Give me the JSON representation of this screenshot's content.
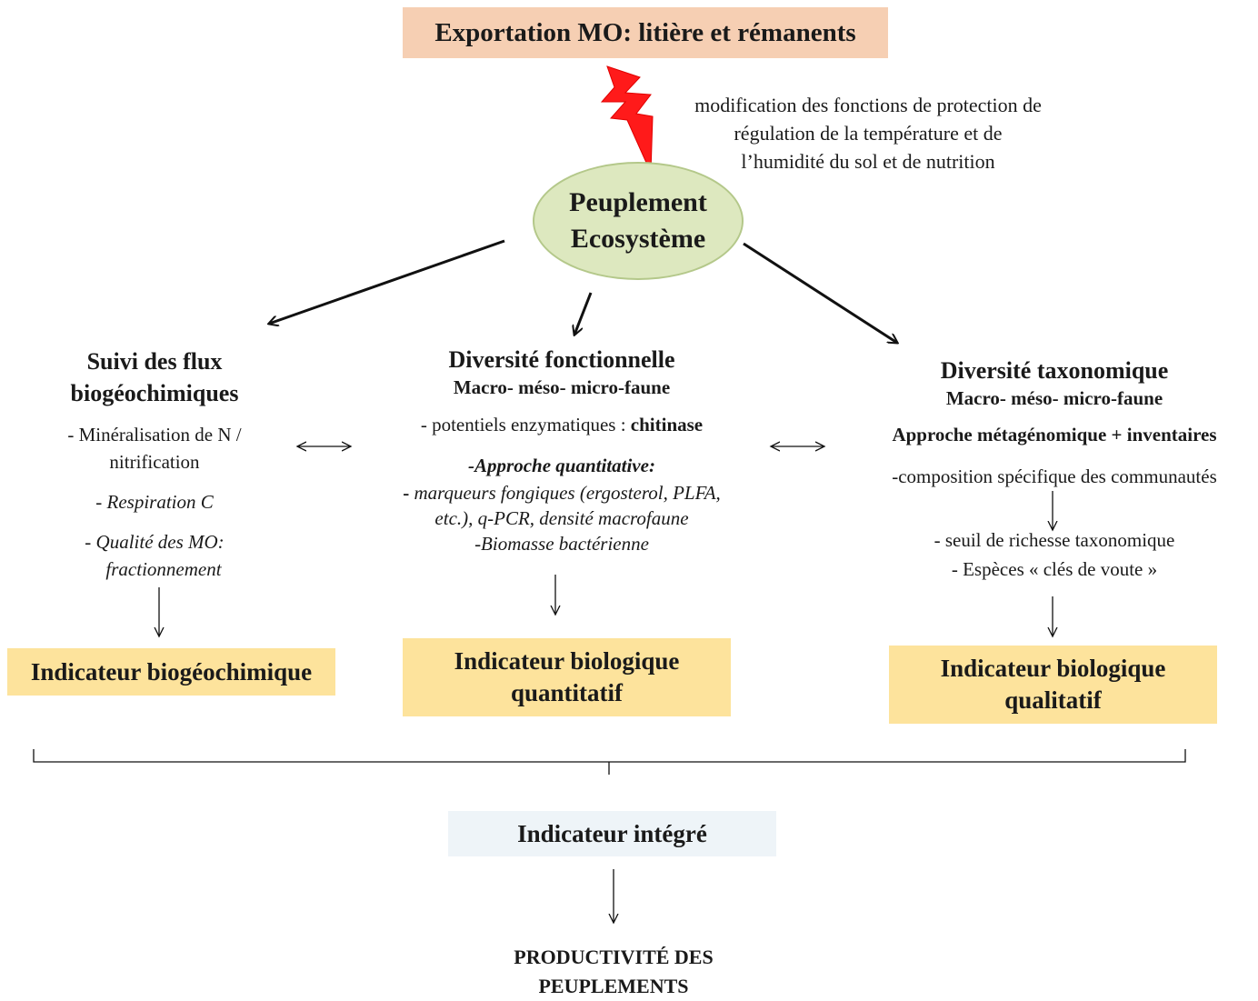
{
  "top_box": "Exportation MO: litière  et rémanents",
  "note_lines": [
    "modification  des fonctions  de protection  de",
    "régulation  de la température  et de",
    "l’humidité  du sol et de nutrition"
  ],
  "center": {
    "line1": "Peuplement",
    "line2": "Ecosystème"
  },
  "left": {
    "title_1": "Suivi des flux",
    "title_2": "biogéochimiques",
    "item1_a": "- Minéralisation  de N /",
    "item1_b": "nitrification",
    "item2": "-   Respiration C",
    "item3_a": "-   Qualité des MO:",
    "item3_b": "fractionnement",
    "indicator": "Indicateur biogéochimique"
  },
  "middle": {
    "title": "Diversité fonctionnelle",
    "subtitle": "Macro- méso- micro-faune",
    "potentiels_prefix": "-  potentiels  enzymatiques  : ",
    "potentiels_bold": "chitinase",
    "approche": "-Approche quantitative:",
    "m1_dash": "- ",
    "m1_text": "marqueurs fongiques (ergosterol, PLFA,",
    "m2": "etc.), q-PCR, densité macrofaune",
    "m3": "-Biomasse bactérienne",
    "indicator_1": "Indicateur biologique",
    "indicator_2": "quantitatif"
  },
  "right": {
    "title": "Diversité taxonomique",
    "subtitle": "Macro- méso- micro-faune",
    "approche": "Approche  métagénomique  + inventaires",
    "composition": "-composition  spécifique  des communautés",
    "seuil": "- seuil  de richesse  taxonomique",
    "especes": "- Espèces « clés de voute »",
    "indicator_1": "Indicateur biologique",
    "indicator_2": "qualitatif"
  },
  "integrated": "Indicateur intégré",
  "final_1": "PRODUCTIVITÉ  DES",
  "final_2": "PEUPLEMENTS",
  "colors": {
    "top_box": "#f6cfb3",
    "indicator_box": "#fde39c",
    "integrated_box": "#eef4f8",
    "ellipse_fill": "#dde8bf",
    "lightning": "#ff1a1a"
  }
}
